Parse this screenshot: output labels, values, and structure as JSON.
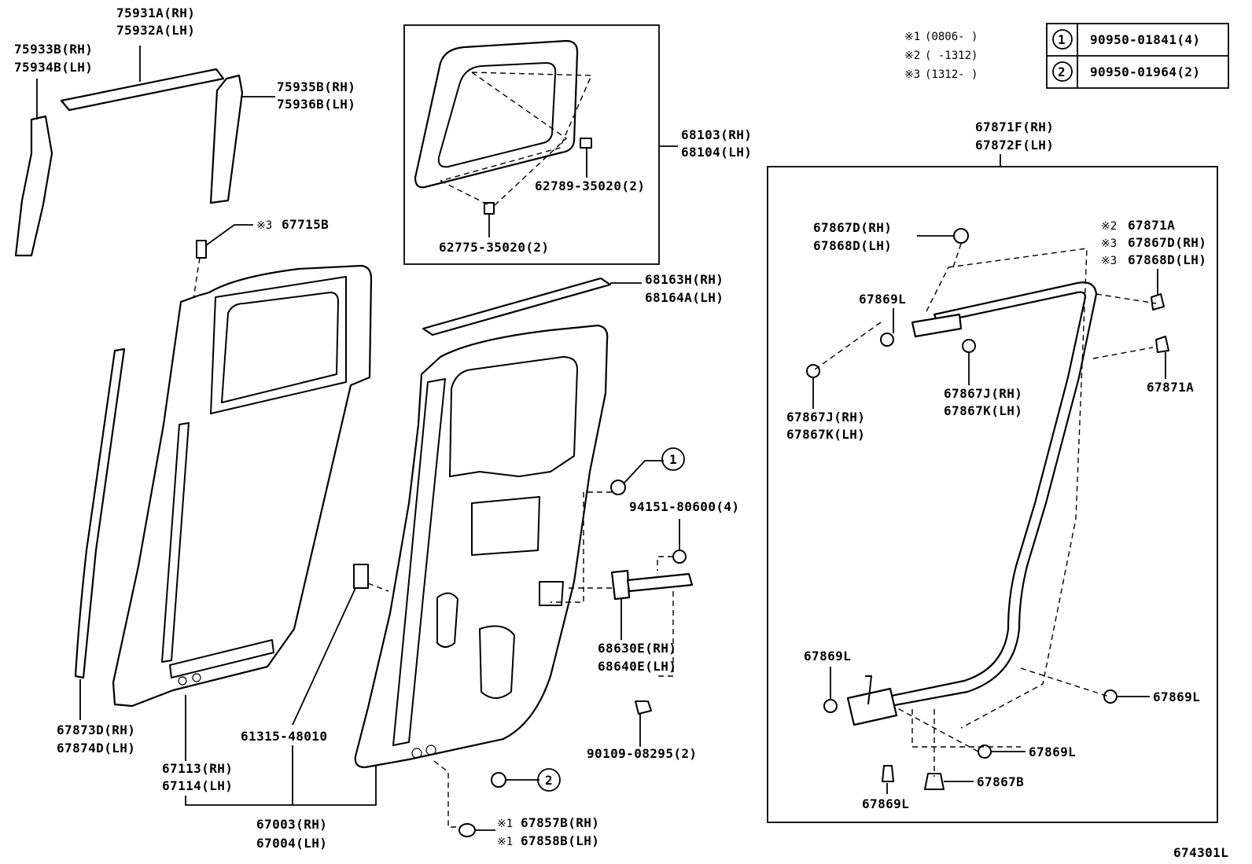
{
  "notes": [
    {
      "mark": "※1",
      "range": "(0806-       )"
    },
    {
      "mark": "※2",
      "range": "(       -1312)"
    },
    {
      "mark": "※3",
      "range": "(1312-       )"
    }
  ],
  "legend": [
    {
      "symbol": "1",
      "part": "90950-01841(4)"
    },
    {
      "symbol": "2",
      "part": "90950-01964(2)"
    }
  ],
  "labels": {
    "p75931": [
      "75931A(RH)",
      "75932A(LH)"
    ],
    "p75933": [
      "75933B(RH)",
      "75934B(LH)"
    ],
    "p75935": [
      "75935B(RH)",
      "75936B(LH)"
    ],
    "p67715": "67715B",
    "p67715_mark": "※3",
    "p68103": [
      "68103(RH)",
      "68104(LH)"
    ],
    "p62789": "62789-35020(2)",
    "p62775": "62775-35020(2)",
    "p68163": [
      "68163H(RH)",
      "68164A(LH)"
    ],
    "p94151": "94151-80600(4)",
    "p68630": [
      "68630E(RH)",
      "68640E(LH)"
    ],
    "p90109": "90109-08295(2)",
    "p61315": "61315-48010",
    "p67873": [
      "67873D(RH)",
      "67874D(LH)"
    ],
    "p67113": [
      "67113(RH)",
      "67114(LH)"
    ],
    "p67003": [
      "67003(RH)",
      "67004(LH)"
    ],
    "p67857": [
      "67857B(RH)",
      "67858B(LH)"
    ],
    "p67857_mark": "※1",
    "p67871F": [
      "67871F(RH)",
      "67872F(LH)"
    ],
    "p67867D": [
      "67867D(RH)",
      "67868D(LH)"
    ],
    "p67871A_top": [
      "67871A",
      "67867D(RH)",
      "67868D(LH)"
    ],
    "p67871A_marks": [
      "※2",
      "※3",
      "※3"
    ],
    "p67869L": "67869L",
    "p67867J_mid": [
      "67867J(RH)",
      "67867K(LH)"
    ],
    "p67867J_left": [
      "67867J(RH)",
      "67867K(LH)"
    ],
    "p67871A_right": "67871A",
    "p67867B": "67867B",
    "circle1": "1",
    "circle2": "2"
  },
  "figure_id": "674301L"
}
